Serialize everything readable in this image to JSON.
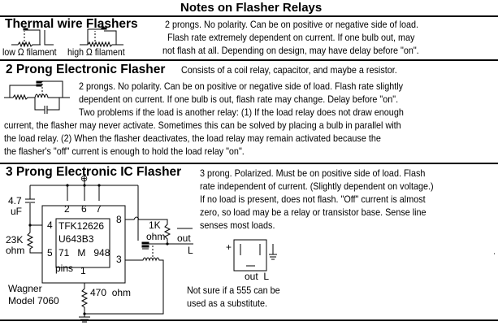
{
  "page": {
    "title": "Notes on Flasher Relays"
  },
  "sections": {
    "thermal": {
      "heading": "Thermal wire Flashers",
      "diagram_labels": [
        "low Ω filament",
        "high Ω filament"
      ],
      "text_lines": [
        "2 prongs. No polarity. Can be on positive or negative side of load.",
        "Flash rate extremely dependent on current.  If one bulb out, may",
        "not flash at all.  Depending on design, may have delay before \"on\"."
      ]
    },
    "two_prong": {
      "heading": "2 Prong Electronic Flasher",
      "subtitle": "Consists of a coil relay, capacitor, and maybe a resistor.",
      "text_lines": [
        "2 prongs. No polarity.  Can be on positive or negative side of load.  Flash rate slightly",
        "dependent on current. If one bulb is out, flash rate may change. Delay before \"on\".",
        "Two problems if the load is another relay: (1) If the load relay does not draw enough",
        "current, the flasher may never activate. Sometimes this can be solved by placing a bulb in parallel with",
        "the load relay. (2) When the flasher deactivates, the load relay may remain activated because the",
        "the flasher's \"off\" current is enough to hold the load relay \"on\"."
      ]
    },
    "three_prong": {
      "heading": "3 Prong Electronic  IC  Flasher",
      "text_lines": [
        "3 prong. Polarized. Must be on positive side of load. Flash",
        "rate independent of current. (Slightly dependent on voltage.)",
        "If no load is present, does not flash.  \"Off\" current is almost",
        "zero, so load may be a relay or transistor base. Sense line",
        "senses most loads."
      ],
      "circuit": {
        "supply_symbol": "⊕",
        "capacitor_label": [
          "4.7",
          "uF"
        ],
        "resistor_23k_label": [
          "23K",
          "ohm"
        ],
        "resistor_1k_label": [
          "1K",
          "ohm"
        ],
        "resistor_470_label": "470  ohm",
        "pins_top": [
          "2",
          "6",
          "7"
        ],
        "pin_left_upper": "4",
        "pin_left_lower": "5",
        "pin_right_upper": "8",
        "pin_right_lower": "3",
        "pins_label": "pins",
        "pin_bottom": "1",
        "chip_lines": [
          "TFK12626",
          "U643B3",
          "71   M   948"
        ],
        "out_label": "out",
        "load_label": "L",
        "maker": [
          "Wagner",
          "Model 7060"
        ]
      },
      "pinout": {
        "plus": "+",
        "bottom_label": "out  L"
      },
      "note_lines": [
        "Not sure if a 555 can be",
        "used as a substitute."
      ]
    }
  }
}
